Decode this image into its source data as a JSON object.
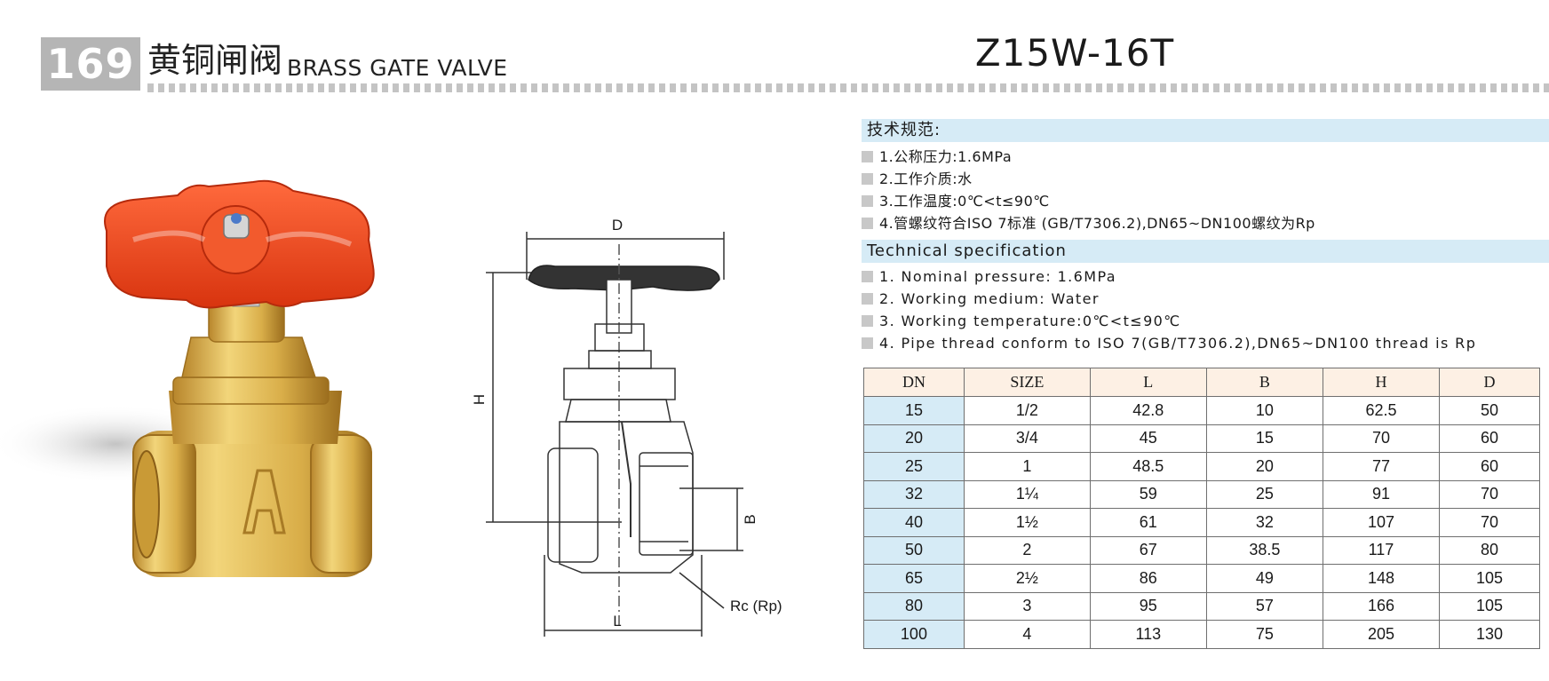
{
  "header": {
    "page_number": "169",
    "title_cn": "黄铜闸阀",
    "title_en": "BRASS GATE VALVE",
    "model": "Z15W-16T"
  },
  "drawing": {
    "label_d": "D",
    "label_h": "H",
    "label_b": "B",
    "label_l": "L",
    "label_rc": "Rc (Rp)"
  },
  "spec_cn": {
    "heading": "技术规范:",
    "items": [
      "1.公称压力:1.6MPa",
      "2.工作介质:水",
      "3.工作温度:0℃<t≤90℃",
      "4.管螺纹符合ISO 7标准 (GB/T7306.2),DN65~DN100螺纹为Rp"
    ]
  },
  "spec_en": {
    "heading": "Technical specification",
    "items": [
      "1. Nominal pressure: 1.6MPa",
      "2. Working medium: Water",
      "3. Working temperature:0℃<t≤90℃",
      "4. Pipe thread conform to ISO 7(GB/T7306.2),DN65~DN100 thread is Rp"
    ]
  },
  "table": {
    "columns": [
      "DN",
      "SIZE",
      "L",
      "B",
      "H",
      "D"
    ],
    "rows": [
      [
        "15",
        "1/2",
        "42.8",
        "10",
        "62.5",
        "50"
      ],
      [
        "20",
        "3/4",
        "45",
        "15",
        "70",
        "60"
      ],
      [
        "25",
        "1",
        "48.5",
        "20",
        "77",
        "60"
      ],
      [
        "32",
        "1¼",
        "59",
        "25",
        "91",
        "70"
      ],
      [
        "40",
        "1½",
        "61",
        "32",
        "107",
        "70"
      ],
      [
        "50",
        "2",
        "67",
        "38.5",
        "117",
        "80"
      ],
      [
        "65",
        "2½",
        "86",
        "49",
        "148",
        "105"
      ],
      [
        "80",
        "3",
        "95",
        "57",
        "166",
        "105"
      ],
      [
        "100",
        "4",
        "113",
        "75",
        "205",
        "130"
      ]
    ]
  },
  "colors": {
    "header_fill": "#d6ebf6",
    "table_header_fill": "#fdf0e4",
    "handwheel": "#e8401f",
    "brass": "#d9b14a"
  }
}
